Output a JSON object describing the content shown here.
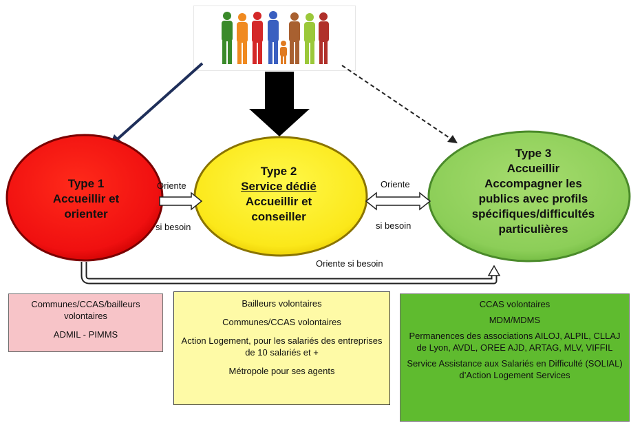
{
  "colors": {
    "type1": "#ff0a0a",
    "type2": "#ffef1a",
    "type3": "#8fd056",
    "box1": "#f7c4c8",
    "box2": "#fefaa6",
    "box3": "#5fbb2f"
  },
  "type1": {
    "title": "Type 1",
    "line1": "Accueillir et",
    "line2": "orienter"
  },
  "type2": {
    "title": "Type 2",
    "line1": "Service dédié",
    "line2": "Accueillir et",
    "line3": "conseiller"
  },
  "type3": {
    "title": "Type 3",
    "line1": "Accueillir",
    "line2": "Accompagner les",
    "line3": "publics avec profils",
    "line4": "spécifiques/difficultés",
    "line5": "particulières"
  },
  "arrows": {
    "orient_left": "Oriente",
    "besoin_left": "si besoin",
    "orient_right": "Oriente",
    "besoin_right": "si besoin",
    "bottom": "Oriente si besoin"
  },
  "box1": {
    "line1": "Communes/CCAS/bailleurs",
    "line2": "volontaires",
    "line3": "ADMIL -  PIMMS"
  },
  "box2": {
    "l1": "Bailleurs volontaires",
    "l2": "Communes/CCAS volontaires",
    "l3": "Action Logement, pour les salariés des entreprises de 10 salariés et +",
    "l4": "Métropole pour ses agents"
  },
  "box3": {
    "l1": "CCAS volontaires",
    "l2": "MDM/MDMS",
    "l3": "Permanences des associations AILOJ, ALPIL, CLLAJ de Lyon, AVDL, OREE AJD, ARTAG, MLV, VIFFIL",
    "l4": "Service Assistance aux Salariés en Difficulté (SOLIAL) d’Action Logement Services"
  }
}
